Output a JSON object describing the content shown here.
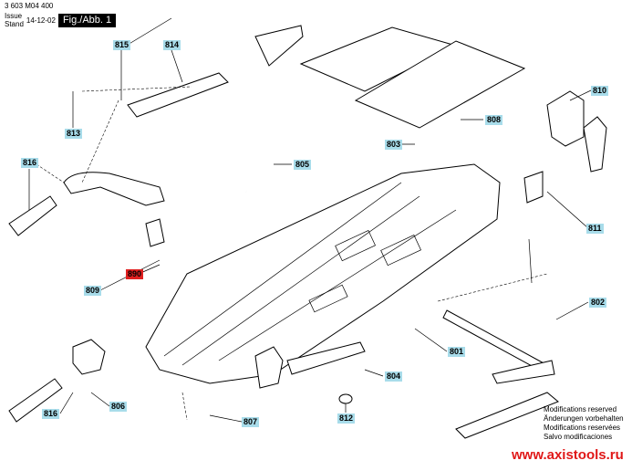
{
  "header": {
    "doc_number": "3 603 M04 400",
    "issue_label": "Issue",
    "stand_label": "Stand",
    "date": "14-12-02",
    "figure": "Fig./Abb. 1"
  },
  "part_labels": [
    {
      "id": "815",
      "highlight": false
    },
    {
      "id": "814",
      "highlight": false
    },
    {
      "id": "813",
      "highlight": false
    },
    {
      "id": "816",
      "highlight": false
    },
    {
      "id": "805",
      "highlight": false
    },
    {
      "id": "808",
      "highlight": false
    },
    {
      "id": "803",
      "highlight": false
    },
    {
      "id": "810",
      "highlight": false
    },
    {
      "id": "811",
      "highlight": false
    },
    {
      "id": "890",
      "highlight": true
    },
    {
      "id": "809",
      "highlight": false
    },
    {
      "id": "802",
      "highlight": false
    },
    {
      "id": "801",
      "highlight": false
    },
    {
      "id": "804",
      "highlight": false
    },
    {
      "id": "806",
      "highlight": false
    },
    {
      "id": "816",
      "highlight": false
    },
    {
      "id": "807",
      "highlight": false
    },
    {
      "id": "812",
      "highlight": false
    }
  ],
  "colors": {
    "label_bg": "#a8dcea",
    "highlight": "#e02020",
    "watermark": "#e01818"
  },
  "notes": [
    "Modifications reserved",
    "Änderungen vorbehalten",
    "Modifications reservées",
    "Salvo modificaciones"
  ],
  "watermark": "www.axistools.ru"
}
